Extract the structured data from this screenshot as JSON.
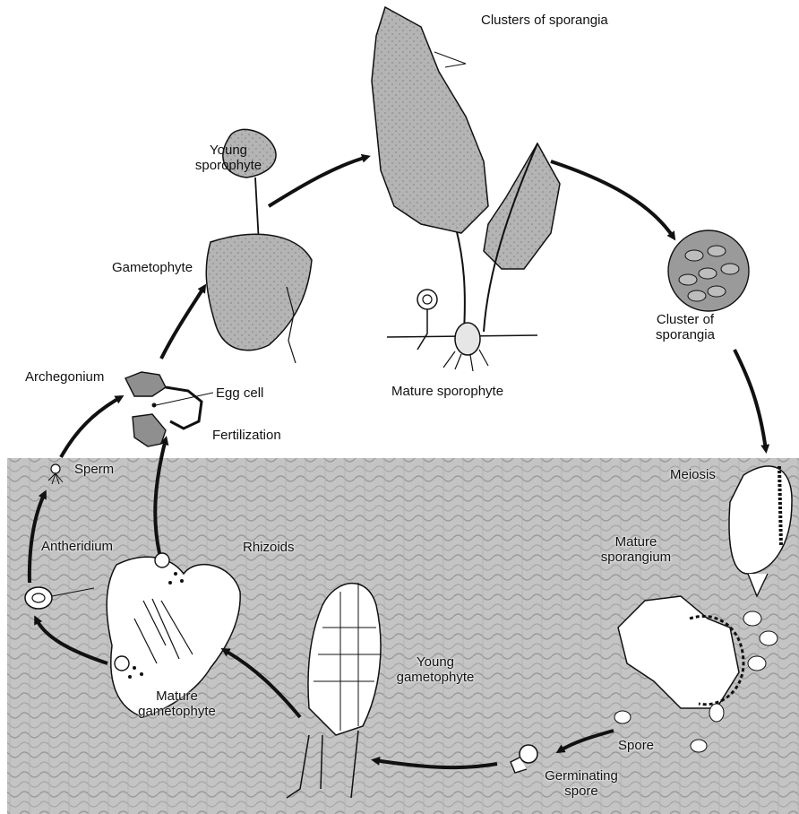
{
  "labels": {
    "clusters_of_sporangia_top": "Clusters of sporangia",
    "young_sporophyte": "Young sporophyte",
    "gametophyte": "Gametophyte",
    "archegonium": "Archegonium",
    "egg_cell": "Egg cell",
    "fertilization": "Fertilization",
    "mature_sporophyte": "Mature sporophyte",
    "cluster_of_sporangia": "Cluster of sporangia",
    "sperm": "Sperm",
    "antheridium": "Antheridium",
    "rhizoids": "Rhizoids",
    "meiosis": "Meiosis",
    "mature_sporangium": "Mature sporangium",
    "young_gametophyte": "Young gametophyte",
    "mature_gametophyte": "Mature gametophyte",
    "spore": "Spore",
    "germinating_spore": "Germinating spore"
  },
  "colors": {
    "water_background": "#bdbdbd",
    "leaf_gray": "#b0b0b0",
    "line": "#111111"
  }
}
